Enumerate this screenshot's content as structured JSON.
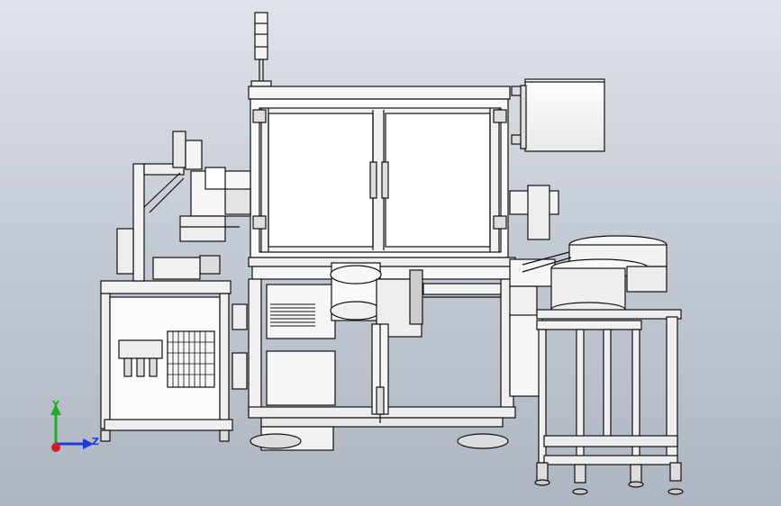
{
  "viewport": {
    "background_top": "#dfe3ea",
    "background_bottom": "#aeb5c2",
    "line_color": "#111111",
    "panel_fill": "#f2f2f2"
  },
  "model": {
    "description_icon": "cad-assembly-machine"
  },
  "triad": {
    "x_label": "",
    "y_label": "Y",
    "z_label": "Z",
    "y_color": "#22aa22",
    "z_color": "#1a3cd8",
    "x_color": "#d41c1c"
  }
}
